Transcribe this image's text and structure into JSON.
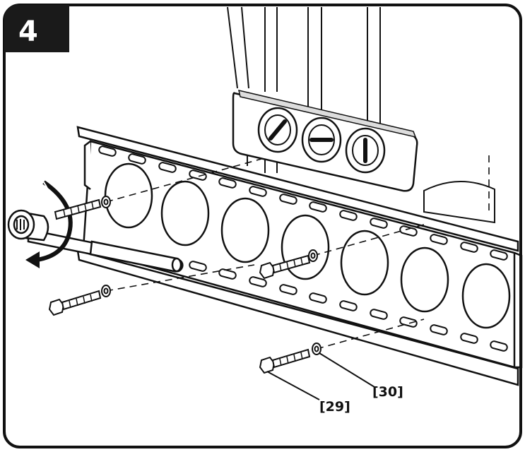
{
  "step": {
    "number": "4"
  },
  "parts": [
    {
      "label": "[29]"
    },
    {
      "label": "[30]"
    }
  ],
  "icons": [
    "level-icon",
    "socket-wrench-icon",
    "rotation-arrow-icon",
    "lag-bolt-icon",
    "washer-icon"
  ],
  "colors": {
    "line": "#111111",
    "badge": "#1a1a1a",
    "background": "#ffffff"
  }
}
